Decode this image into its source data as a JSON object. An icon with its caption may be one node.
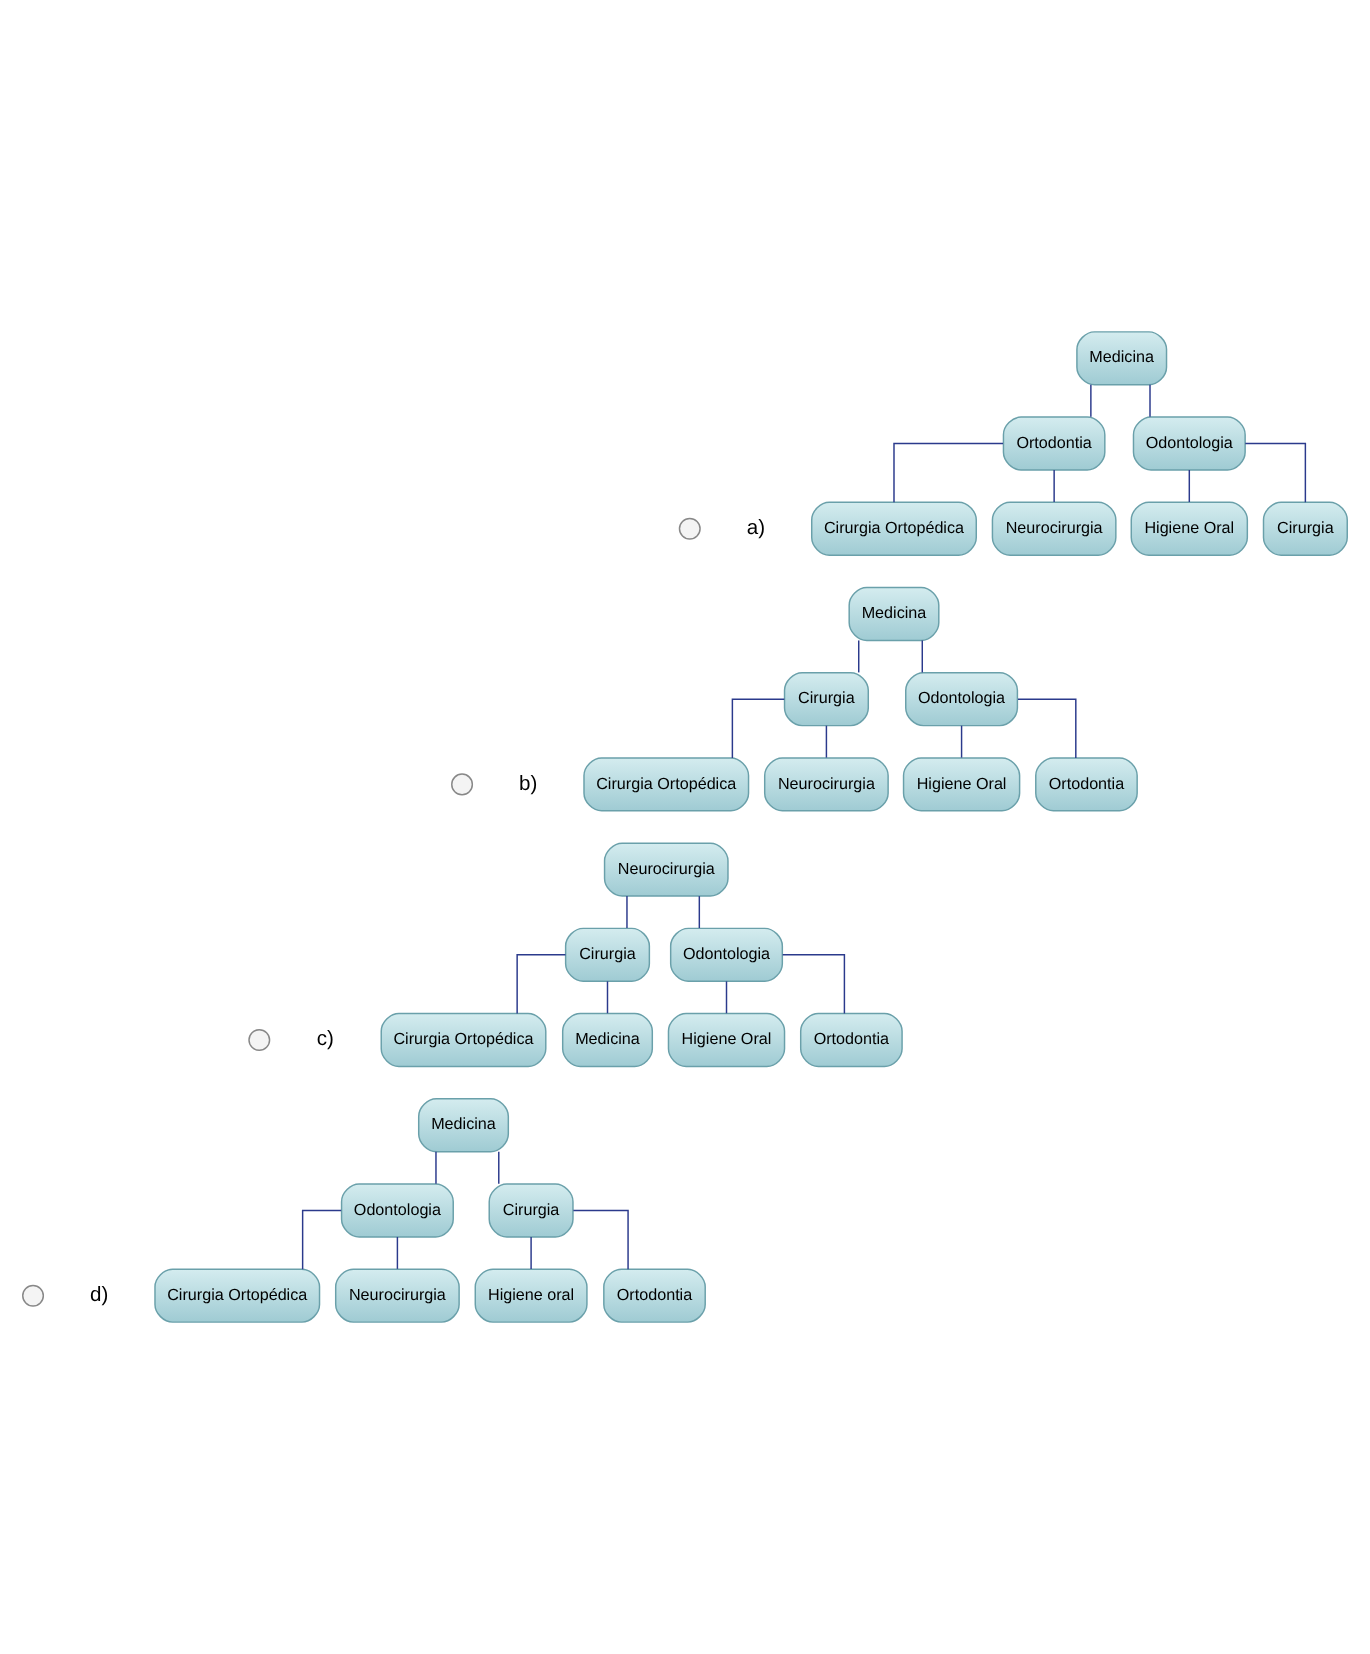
{
  "diagram": {
    "nodes": [
      {
        "text": [
          "Medicina"
        ]
      },
      {
        "text": [
          "Ortodontia"
        ]
      },
      {
        "text": [
          "Odontologia"
        ]
      },
      {
        "text": [
          "Cirurgia Ortopédica"
        ]
      },
      {
        "text": [
          "Neurocirurgia"
        ]
      },
      {
        "text": [
          "Higiene Oral"
        ]
      },
      {
        "text": [
          "Cirurgia"
        ]
      },
      {
        "text": [],
        "shape": "circle"
      },
      {
        "text": [
          "Medicina"
        ]
      },
      {
        "text": [
          "Cirurgia"
        ]
      },
      {
        "text": [
          "Odontologia"
        ]
      },
      {
        "text": [
          "Cirurgia Ortopédica"
        ]
      },
      {
        "text": [
          "Neurocirurgia"
        ]
      },
      {
        "text": [
          "Higiene Oral"
        ]
      },
      {
        "text": [
          "Ortodontia"
        ]
      },
      {
        "text": [],
        "shape": "circle"
      },
      {
        "text": [
          "Neurocirurgia"
        ]
      },
      {
        "text": [
          "Cirurgia"
        ]
      },
      {
        "text": [
          "Odontologia"
        ]
      },
      {
        "text": [
          "Cirurgia Ortopédica"
        ]
      },
      {
        "text": [
          "Medicina"
        ]
      },
      {
        "text": [
          "Higiene Oral"
        ]
      },
      {
        "text": [
          "Ortodontia"
        ]
      },
      {
        "text": [],
        "shape": "circle"
      },
      {
        "text": [
          "Medicina"
        ]
      },
      {
        "text": [
          "Odontologia"
        ]
      },
      {
        "text": [
          "Cirurgia"
        ]
      },
      {
        "text": [
          "Cirurgia Ortopédica"
        ]
      },
      {
        "text": [
          "Neurocirurgia"
        ]
      },
      {
        "text": [
          "Higiene oral"
        ]
      },
      {
        "text": [
          "Ortodontia"
        ]
      },
      {
        "text": [],
        "shape": "circle"
      }
    ],
    "edges": [
      {
        "from": 0,
        "to": 1,
        "arrow": "none"
      },
      {
        "from": 0,
        "to": 2,
        "arrow": "none"
      },
      {
        "from": 1,
        "to": 3,
        "arrow": "none"
      },
      {
        "from": 1,
        "to": 4,
        "arrow": "none"
      },
      {
        "from": 2,
        "to": 5,
        "arrow": "none"
      },
      {
        "from": 2,
        "to": 6,
        "arrow": "none"
      },
      {
        "from": 8,
        "to": 9,
        "arrow": "none"
      },
      {
        "from": 8,
        "to": 10,
        "arrow": "none"
      },
      {
        "from": 9,
        "to": 11,
        "arrow": "none"
      },
      {
        "from": 9,
        "to": 12,
        "arrow": "none"
      },
      {
        "from": 10,
        "to": 13,
        "arrow": "none"
      },
      {
        "from": 10,
        "to": 14,
        "arrow": "none"
      },
      {
        "from": 16,
        "to": 17,
        "arrow": "none"
      },
      {
        "from": 16,
        "to": 18,
        "arrow": "none"
      },
      {
        "from": 17,
        "to": 19,
        "arrow": "none"
      },
      {
        "from": 17,
        "to": 20,
        "arrow": "none"
      },
      {
        "from": 18,
        "to": 21,
        "arrow": "none"
      },
      {
        "from": 18,
        "to": 22,
        "arrow": "none"
      },
      {
        "from": 24,
        "to": 25,
        "arrow": "none"
      },
      {
        "from": 24,
        "to": 26,
        "arrow": "none"
      },
      {
        "from": 25,
        "to": 27,
        "arrow": "none"
      },
      {
        "from": 25,
        "to": 28,
        "arrow": "none"
      },
      {
        "from": 26,
        "to": 29,
        "arrow": "none"
      },
      {
        "from": 26,
        "to": 30,
        "arrow": "none"
      }
    ],
    "labels": [
      "a)",
      "b)",
      "c)",
      "d)"
    ]
  }
}
